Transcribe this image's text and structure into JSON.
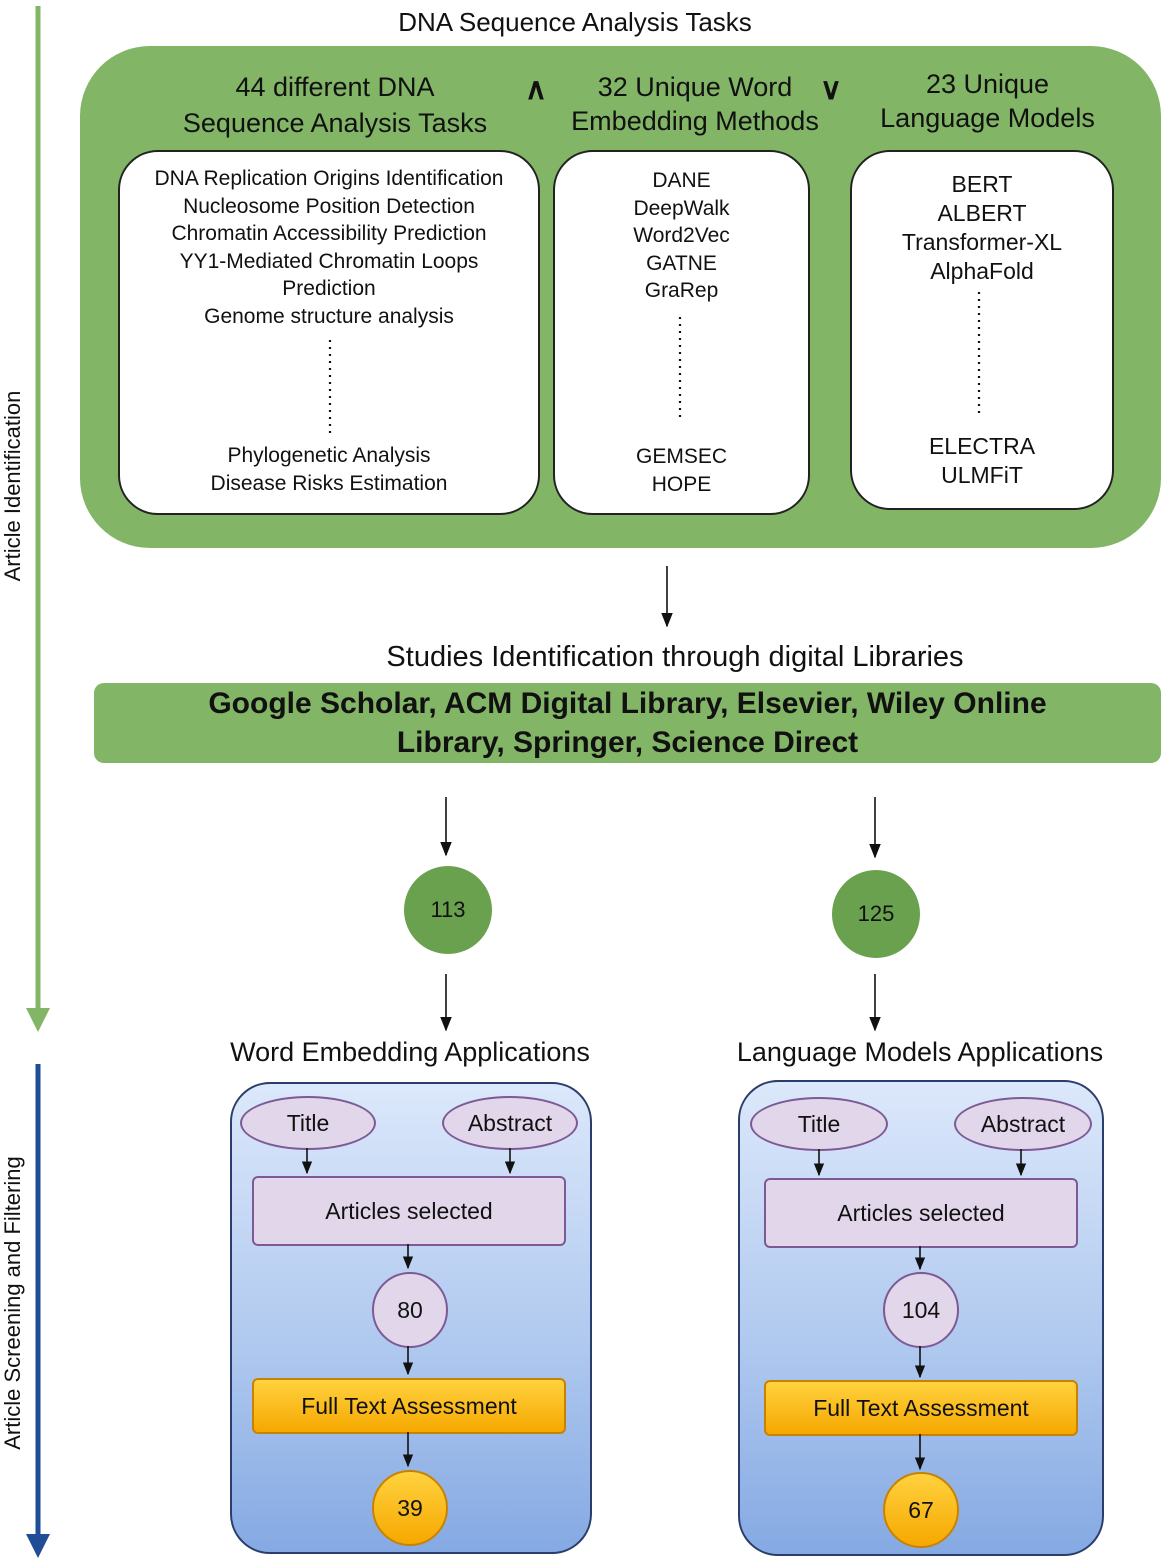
{
  "top_title": "DNA Sequence Analysis Tasks",
  "columns": {
    "tasks": {
      "heading": [
        "44 different DNA",
        "Sequence Analysis Tasks"
      ],
      "items_top": [
        "DNA Replication Origins Identification",
        "Nucleosome Position Detection",
        "Chromatin Accessibility Prediction",
        "YY1-Mediated Chromatin Loops",
        "Prediction",
        "Genome structure analysis"
      ],
      "items_bottom": [
        "Phylogenetic Analysis",
        "Disease Risks Estimation"
      ]
    },
    "embeddings": {
      "heading": [
        "32 Unique Word",
        "Embedding Methods"
      ],
      "items_top": [
        "DANE",
        "DeepWalk",
        "Word2Vec",
        "GATNE",
        "GraRep"
      ],
      "items_bottom": [
        "GEMSEC",
        "HOPE"
      ]
    },
    "models": {
      "heading": [
        "23 Unique",
        "Language Models"
      ],
      "items_top": [
        "BERT",
        "ALBERT",
        "Transformer-XL",
        "AlphaFold"
      ],
      "items_bottom": [
        "ELECTRA",
        "ULMFiT"
      ]
    }
  },
  "operators": {
    "and": "∧",
    "or": "∨"
  },
  "libraries": {
    "title": "Studies Identification through digital Libraries",
    "lines": [
      "Google Scholar,  ACM Digital Library, Elsevier, Wiley Online",
      "Library, Springer, Science Direct"
    ]
  },
  "counts": {
    "word_embedding": "113",
    "language_models": "125"
  },
  "side_labels": {
    "identification": "Article Identification",
    "screening": "Article Screening and Filtering"
  },
  "applications": {
    "word_embedding": {
      "title": "Word Embedding Applications",
      "title_label": "Title",
      "abstract_label": "Abstract",
      "selected_label": "Articles selected",
      "selected_count": "80",
      "assessment_label": "Full Text Assessment",
      "final_count": "39"
    },
    "language_models": {
      "title": "Language Models Applications",
      "title_label": "Title",
      "abstract_label": "Abstract",
      "selected_label": "Articles selected",
      "selected_count": "104",
      "assessment_label": "Full Text Assessment",
      "final_count": "67"
    }
  },
  "colors": {
    "panel_green": "#82b566",
    "circle_green": "#6aa14e",
    "arrow_green": "#82b566",
    "arrow_blue": "#1f4e96",
    "purple_fill": "#e2d6ea",
    "orange": "#f6a800"
  }
}
